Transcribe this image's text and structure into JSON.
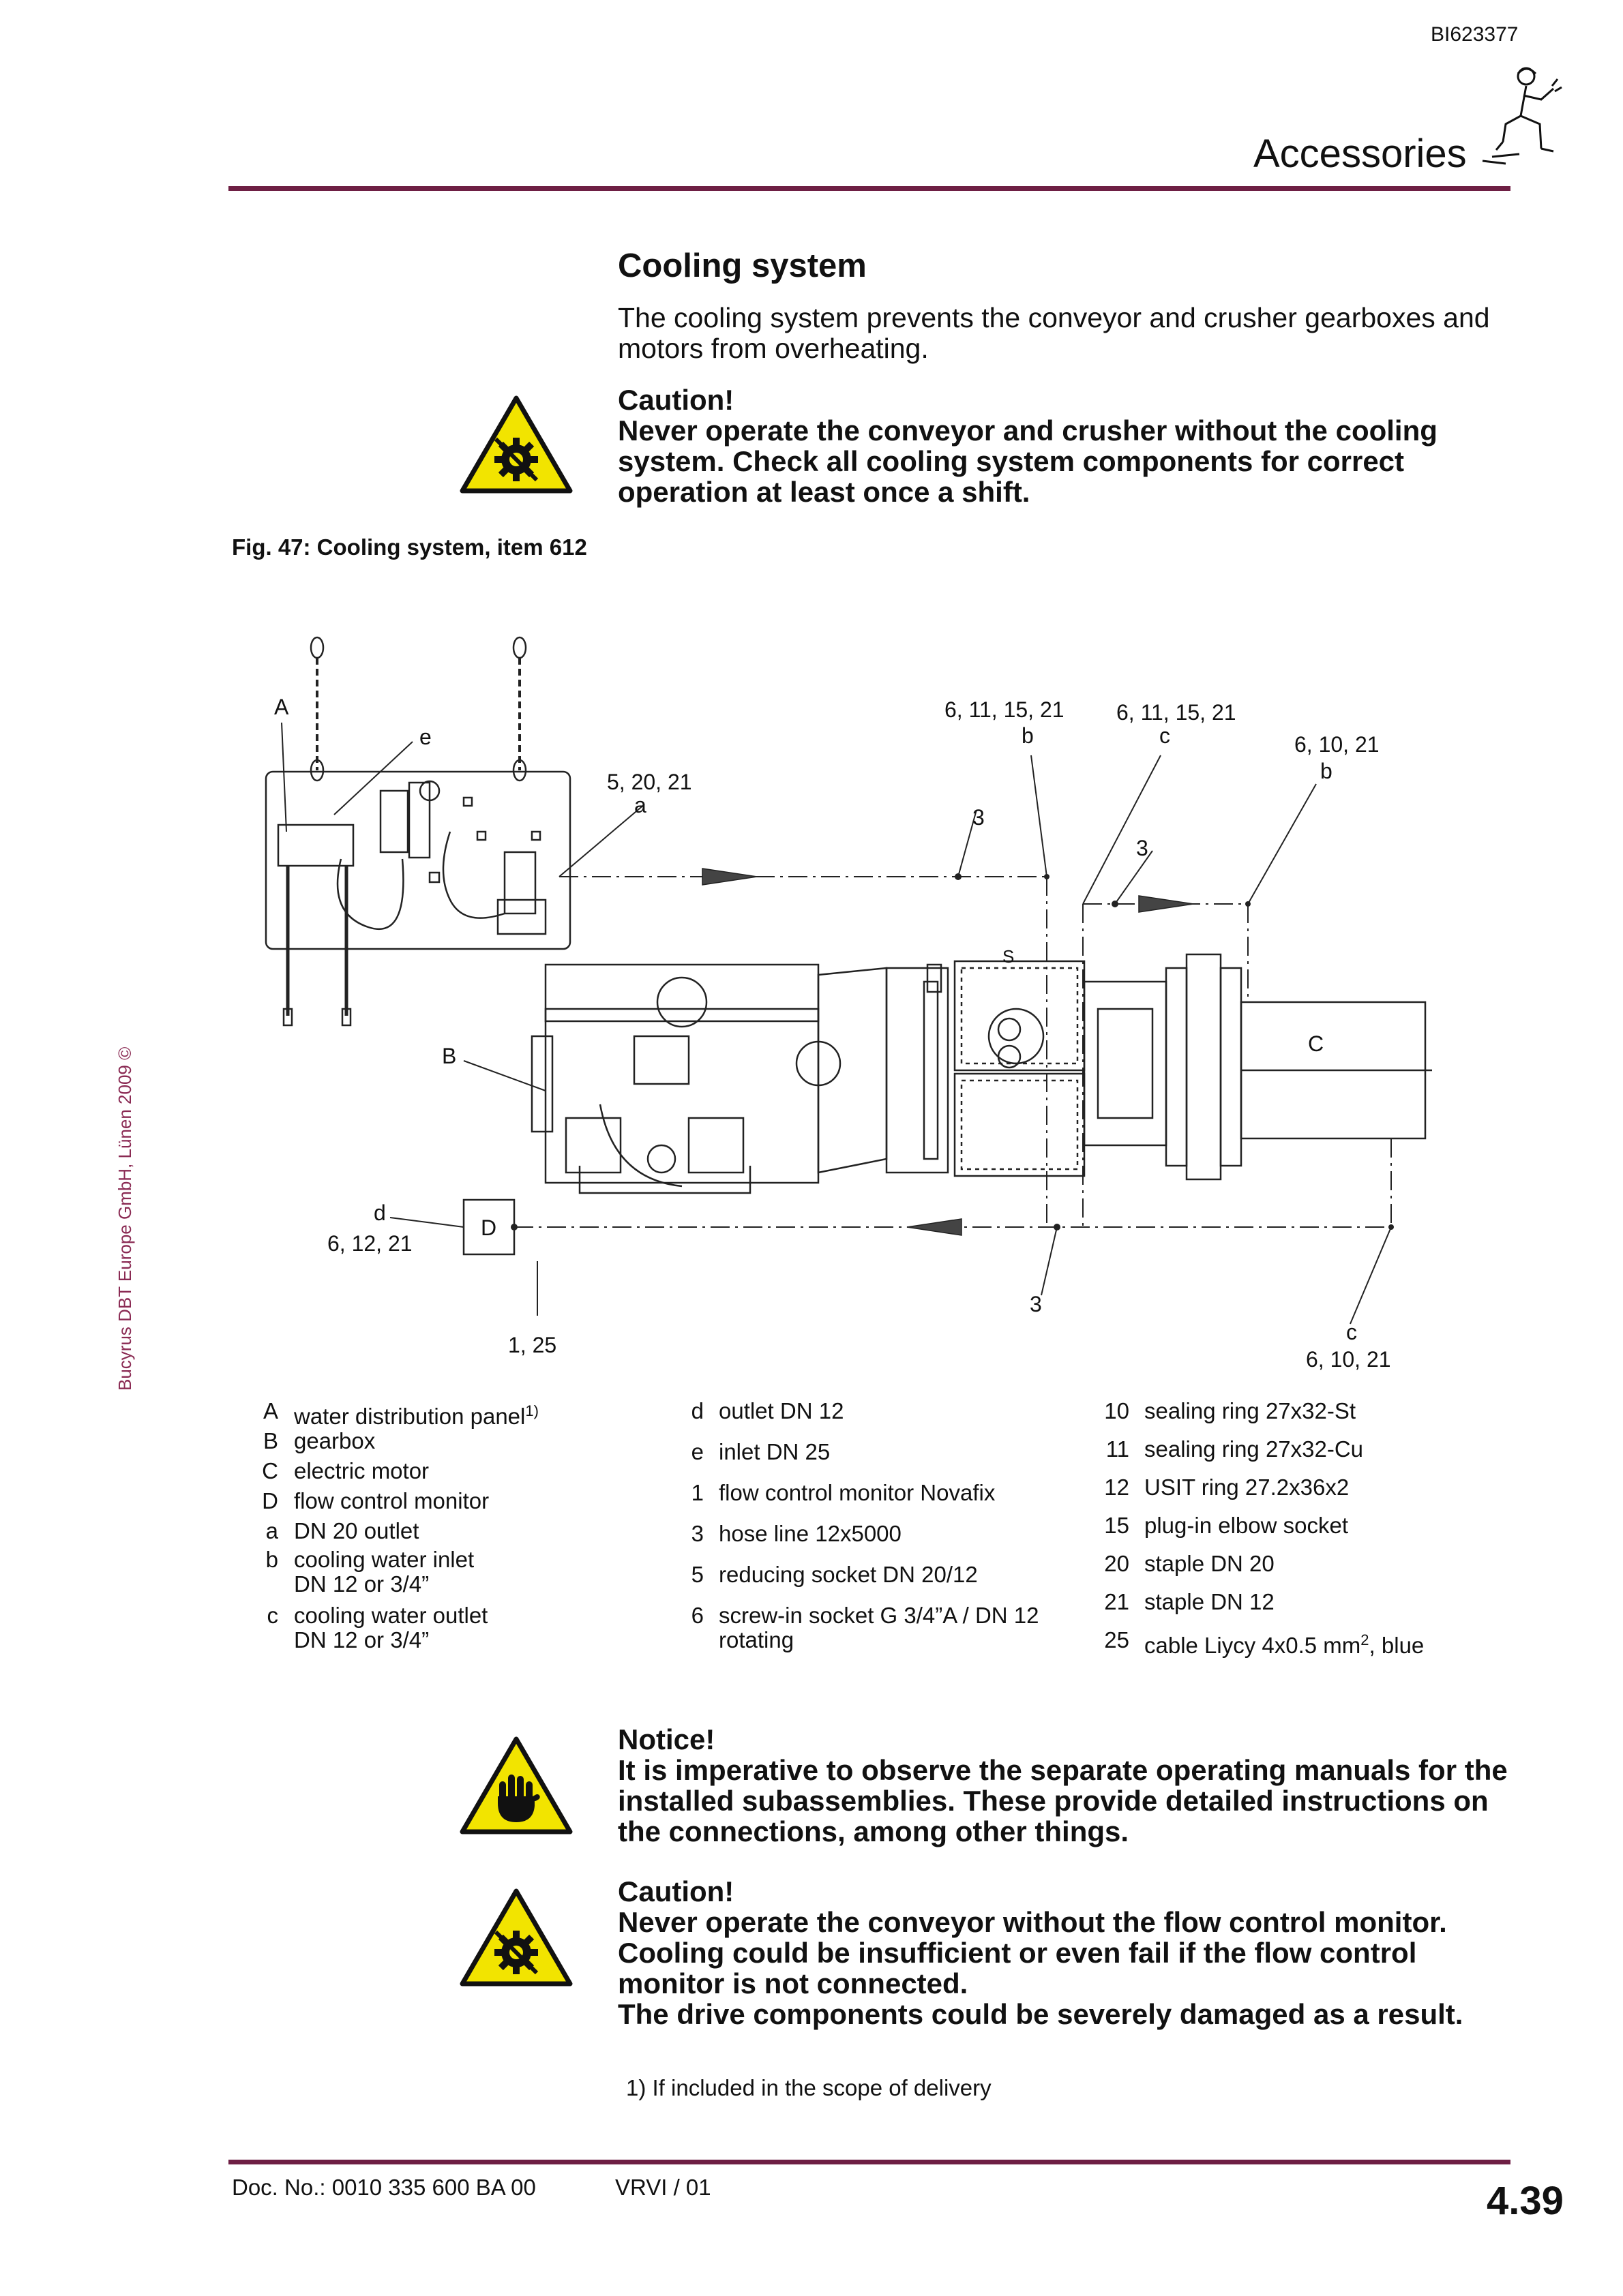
{
  "header": {
    "doc_id": "BI623377",
    "section_title": "Accessories",
    "icon": "mechanic-with-wrench-icon"
  },
  "title": "Cooling system",
  "intro": "The cooling system prevents the conveyor and crusher gearboxes and motors from overheating.",
  "caution_1": {
    "icon": "gear-hazard-warning-icon",
    "title": "Caution!",
    "text": "Never operate the conveyor and crusher without the cooling system. Check all cooling system components for correct operation at least once a shift."
  },
  "figure": {
    "caption": "Fig. 47:  Cooling system, item 612",
    "labels": {
      "A": "A",
      "B": "B",
      "C": "C",
      "D": "D",
      "e": "e",
      "a_top": "5, 20, 21",
      "a_letter": "a",
      "b1_top": "6, 11, 15, 21",
      "b1_letter": "b",
      "c1_top": "6, 11, 15, 21",
      "c1_letter": "c",
      "b2_top": "6, 10, 21",
      "b2_letter": "b",
      "three_1": "3",
      "three_2": "3",
      "three_3": "3",
      "d_letter": "d",
      "d_nums": "6, 12, 21",
      "one_25": "1, 25",
      "c2_letter": "c",
      "c2_nums": "6, 10, 21",
      "s_mark": "S"
    }
  },
  "legend": {
    "col1": [
      {
        "key": "A",
        "text": "water distribution panel",
        "sup": "1)"
      },
      {
        "key": "B",
        "text": "gearbox"
      },
      {
        "key": "C",
        "text": "electric motor"
      },
      {
        "key": "D",
        "text": "flow control monitor"
      },
      {
        "key": "a",
        "text": "DN 20 outlet"
      },
      {
        "key": "b",
        "text": "cooling water inlet",
        "text2": "DN 12 or 3/4”"
      },
      {
        "key": "c",
        "text": "cooling water outlet",
        "text2": "DN 12 or 3/4”"
      }
    ],
    "col2": [
      {
        "key": "d",
        "text": "outlet DN 12"
      },
      {
        "key": "e",
        "text": "inlet DN 25"
      },
      {
        "key": "1",
        "text": "flow control monitor Novafix"
      },
      {
        "key": "3",
        "text": "hose line 12x5000"
      },
      {
        "key": "5",
        "text": "reducing socket DN 20/12"
      },
      {
        "key": "6",
        "text": "screw-in socket G 3/4”A / DN 12",
        "text2": "rotating"
      }
    ],
    "col3": [
      {
        "key": "10",
        "text": "sealing ring 27x32-St"
      },
      {
        "key": "11",
        "text": "sealing ring 27x32-Cu"
      },
      {
        "key": "12",
        "text": "USIT ring 27.2x36x2"
      },
      {
        "key": "15",
        "text": "plug-in elbow socket"
      },
      {
        "key": "20",
        "text": "staple DN 20"
      },
      {
        "key": "21",
        "text": "staple DN 12"
      },
      {
        "key": "25",
        "text": "cable Liycy 4x0.5 mm",
        "sup": "2",
        "text_after": ", blue"
      }
    ]
  },
  "notice": {
    "icon": "hand-notice-warning-icon",
    "title": "Notice!",
    "text": "It is imperative to observe the separate operating manuals for the installed subassemblies. These provide detailed instructions on the connections, among other things."
  },
  "caution_2": {
    "icon": "gear-hazard-warning-icon",
    "title": "Caution!",
    "text": "Never operate the conveyor without the flow control monitor. Cooling could be insufficient or even fail if the flow control monitor is not connected.",
    "text2": "The drive components could be severely damaged as a result."
  },
  "footnote": "1) If included in the scope of delivery",
  "copyright": "Bucyrus DBT Europe GmbH, Lünen 2009 ©",
  "footer": {
    "doc_no": "Doc. No.: 0010 335 600 BA 00",
    "version": "VRVI / 01",
    "page": "4.39"
  },
  "colors": {
    "rule": "#6e1f44",
    "warning_yellow": "#f2e400",
    "copyright": "#8a2a53"
  }
}
